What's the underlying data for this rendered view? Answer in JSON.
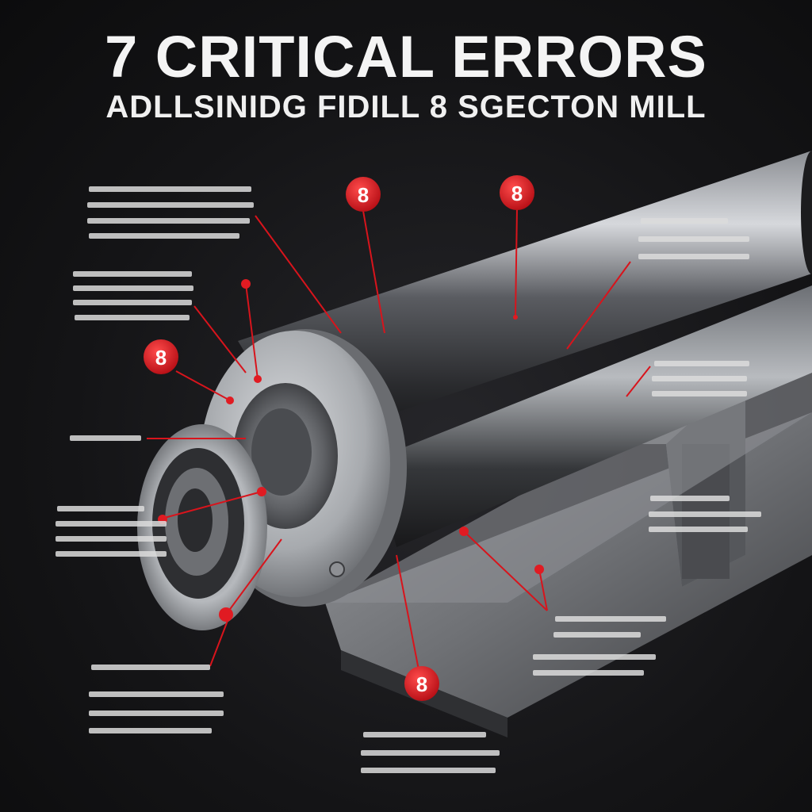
{
  "header": {
    "title": "7 CRITICAL ERRORS",
    "subtitle": "ADLLSINIDG FIDILL 8 SGECTON MILL"
  },
  "markers": [
    "8",
    "8",
    "8",
    "8"
  ],
  "colors": {
    "background": "#111113",
    "accent_red": "#d8141c",
    "steel_light": "#c9ccd0",
    "steel_dark": "#3a3c40",
    "label_text": "#e6e6e6"
  }
}
